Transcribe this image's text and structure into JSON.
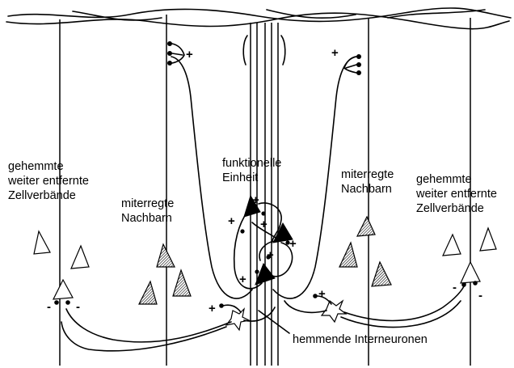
{
  "labels": {
    "left_inhibited": [
      "gehemmte",
      "weiter entfernte",
      "Zellverbände"
    ],
    "left_coexcited": [
      "miterregte",
      "Nachbarn"
    ],
    "center_unit": [
      "funktionelle",
      "Einheit"
    ],
    "right_coexcited": [
      "miterregte",
      "Nachbarn"
    ],
    "right_inhibited": [
      "gehemmte",
      "weiter entfernte",
      "Zellverbände"
    ],
    "interneurons": "hemmende Interneuronen"
  },
  "signs": {
    "plus": "+",
    "minus": "-"
  },
  "colors": {
    "ink": "#000000",
    "background": "#ffffff",
    "hatch": "#000000"
  }
}
